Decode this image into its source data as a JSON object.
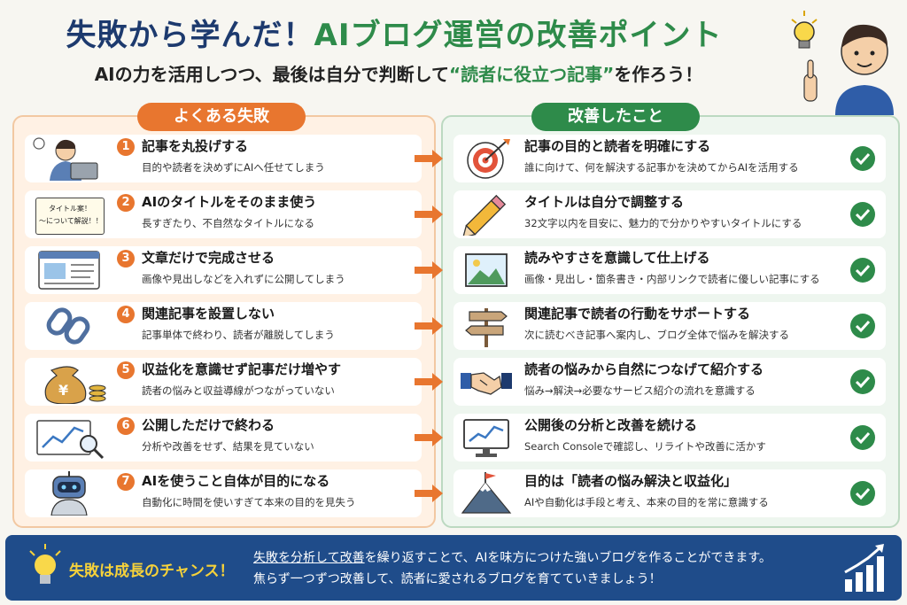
{
  "header": {
    "title_part1": "失敗から学んだ！",
    "title_part2": "AIブログ運営の改善ポイント",
    "subtitle_pre": "AIの力を活用しつつ、最後は自分で判断して",
    "subtitle_highlight": "“読者に役立つ記事”",
    "subtitle_post": "を作ろう！"
  },
  "left_panel": {
    "heading": "よくある失敗",
    "items": [
      {
        "num": "1",
        "title": "記事を丸投げする",
        "desc": "目的や読者を決めずにAIへ任せてしまう",
        "icon": "person-laptop-icon"
      },
      {
        "num": "2",
        "title": "AIのタイトルをそのまま使う",
        "desc": "長すぎたり、不自然なタイトルになる",
        "icon": "title-card-icon",
        "card_line1": "タイトル案！",
        "card_line2": "〜について解説！！"
      },
      {
        "num": "3",
        "title": "文章だけで完成させる",
        "desc": "画像や見出しなどを入れずに公開してしまう",
        "icon": "document-icon"
      },
      {
        "num": "4",
        "title": "関連記事を設置しない",
        "desc": "記事単体で終わり、読者が離脱してしまう",
        "icon": "chain-link-icon"
      },
      {
        "num": "5",
        "title": "収益化を意識せず記事だけ増やす",
        "desc": "読者の悩みと収益導線がつながっていない",
        "icon": "money-bag-icon"
      },
      {
        "num": "6",
        "title": "公開しただけで終わる",
        "desc": "分析や改善をせず、結果を見ていない",
        "icon": "chart-magnifier-icon"
      },
      {
        "num": "7",
        "title": "AIを使うこと自体が目的になる",
        "desc": "自動化に時間を使いすぎて本来の目的を見失う",
        "icon": "robot-icon"
      }
    ]
  },
  "right_panel": {
    "heading": "改善したこと",
    "items": [
      {
        "title": "記事の目的と読者を明確にする",
        "desc": "誰に向けて、何を解決する記事かを決めてからAIを活用する",
        "icon": "target-icon"
      },
      {
        "title": "タイトルは自分で調整する",
        "desc": "32文字以内を目安に、魅力的で分かりやすいタイトルにする",
        "icon": "pencil-icon"
      },
      {
        "title": "読みやすさを意識して仕上げる",
        "desc": "画像・見出し・箇条書き・内部リンクで読者に優しい記事にする",
        "icon": "image-frame-icon"
      },
      {
        "title": "関連記事で読者の行動をサポートする",
        "desc": "次に読むべき記事へ案内し、ブログ全体で悩みを解決する",
        "icon": "signpost-icon"
      },
      {
        "title": "読者の悩みから自然につなげて紹介する",
        "desc": "悩み→解決→必要なサービス紹介の流れを意識する",
        "icon": "handshake-icon"
      },
      {
        "title": "公開後の分析と改善を続ける",
        "desc": "Search Consoleで確認し、リライトや改善に活かす",
        "icon": "monitor-chart-icon"
      },
      {
        "title": "目的は「読者の悩み解決と収益化」",
        "desc": "AIや自動化は手段と考え、本来の目的を常に意識する",
        "icon": "mountain-flag-icon"
      }
    ]
  },
  "footer": {
    "chance": "失敗は成長のチャンス！",
    "line1_underlined": "失敗を分析して改善",
    "line1_rest": "を繰り返すことで、AIを味方につけた強いブログを作ることができます。",
    "line2": "焦らず一つずつ改善して、読者に愛されるブログを育てていきましょう！"
  },
  "colors": {
    "navy": "#1d3a6e",
    "green": "#2e8b4a",
    "orange": "#e8762f",
    "footer_bg": "#1f4c8a",
    "yellow": "#f6d23a"
  }
}
